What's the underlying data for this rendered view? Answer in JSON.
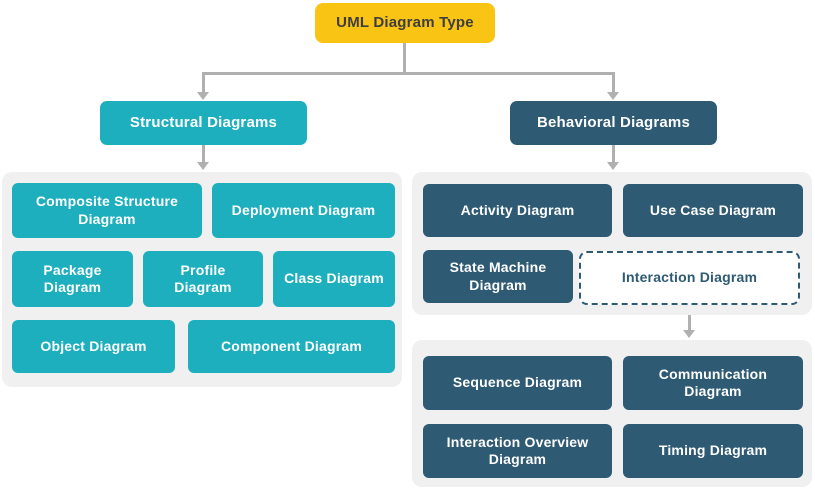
{
  "root_node": {
    "label": "UML Diagram Type"
  },
  "structural": {
    "header": "Structural Diagrams",
    "items": [
      {
        "label": "Composite Structure Diagram"
      },
      {
        "label": "Deployment Diagram"
      },
      {
        "label": "Package Diagram"
      },
      {
        "label": "Profile Diagram"
      },
      {
        "label": "Class Diagram"
      },
      {
        "label": "Object Diagram"
      },
      {
        "label": "Component Diagram"
      }
    ]
  },
  "behavioral": {
    "header": "Behavioral Diagrams",
    "items": [
      {
        "label": "Activity Diagram"
      },
      {
        "label": "Use Case Diagram"
      },
      {
        "label": "State Machine Diagram"
      },
      {
        "label": "Interaction Diagram"
      }
    ]
  },
  "interaction": {
    "items": [
      {
        "label": "Sequence Diagram"
      },
      {
        "label": "Communication Diagram"
      },
      {
        "label": "Interaction Overview Diagram"
      },
      {
        "label": "Timing Diagram"
      }
    ]
  },
  "colors": {
    "root_fill": "#F9C413",
    "root_text": "#3E3E40",
    "structural_fill": "#1DAFBE",
    "behavioral_fill": "#2E5A73",
    "node_text": "#FFFFFF",
    "container_fill": "#F0F0F1",
    "connector": "#B0B0B0"
  }
}
